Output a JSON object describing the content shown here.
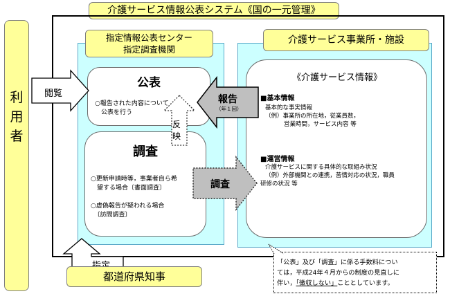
{
  "system_title": "介護サービス情報公表システム《国の一元管理》",
  "user_label": [
    "利",
    "用",
    "者"
  ],
  "center": {
    "title_line1": "指定情報公表センター",
    "title_line2": "指定調査機関",
    "kohyo": {
      "heading": "公表",
      "line1": "○報告された内容について",
      "line2": "　公表を行う"
    },
    "chosa": {
      "heading": "調査",
      "line1": "○更新申請時等，事業者自ら希",
      "line2": "　望する場合〔書面調査〕",
      "line3": "○虚偽報告が疑われる場合",
      "line4": "　〔訪問調査〕"
    },
    "hanei": [
      "反",
      "映"
    ]
  },
  "facility": {
    "title": "介護サービス事業所・施設",
    "info_title": "《介護サービス情報》",
    "basic_heading": "■基本情報",
    "basic_line1": "基本的な事実情報",
    "basic_line2": "（例）事業所の所在地，従業員数，",
    "basic_line3": "営業時間，サービス内容 等",
    "ops_heading": "■運営情報",
    "ops_line1": "介護サービスに関する具体的な取組み状況",
    "ops_line2": "（例）外部機関との連携，苦情対応の状況，職員",
    "ops_line3": "研修の状況 等"
  },
  "arrows": {
    "etsuran": "閲覧",
    "hokoku": "報告",
    "hokoku_sub": "（年１回）",
    "chosa": "調査",
    "shitei": "指定"
  },
  "governor": "都道府県知事",
  "note": {
    "line1": "「公表」及び「調査」に係る手数料につい",
    "line2": "ては，平成24年４月からの制度の見直しに",
    "line3_pre": "伴い，",
    "line3_em": "「徴収しない」",
    "line3_post": "こととしています。"
  }
}
